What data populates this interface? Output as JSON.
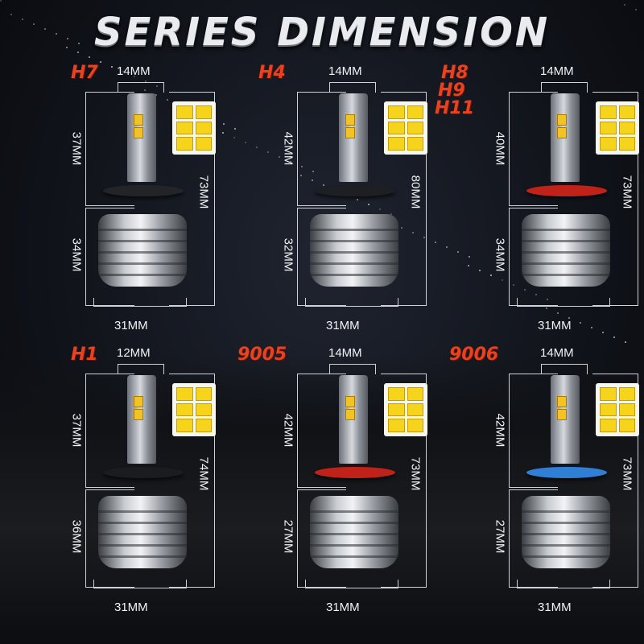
{
  "title": "SERIES DIMENSION",
  "bulbs": [
    {
      "model": [
        "H7"
      ],
      "top_width": "14MM",
      "top_height": "37MM",
      "base_height": "34MM",
      "total_height": "73MM",
      "base_width": "31MM",
      "flange_color": "#222428"
    },
    {
      "model": [
        "H4"
      ],
      "top_width": "14MM",
      "top_height": "42MM",
      "base_height": "32MM",
      "total_height": "80MM",
      "base_width": "31MM",
      "flange_color": "#1e1f22"
    },
    {
      "model": [
        "H8",
        "H9",
        "H11"
      ],
      "top_width": "14MM",
      "top_height": "40MM",
      "base_height": "34MM",
      "total_height": "73MM",
      "base_width": "31MM",
      "flange_color": "#c0221a"
    },
    {
      "model": [
        "H1"
      ],
      "top_width": "12MM",
      "top_height": "37MM",
      "base_height": "36MM",
      "total_height": "74MM",
      "base_width": "31MM",
      "flange_color": "#1b1c1f"
    },
    {
      "model": [
        "9005"
      ],
      "top_width": "14MM",
      "top_height": "42MM",
      "base_height": "27MM",
      "total_height": "73MM",
      "base_width": "31MM",
      "flange_color": "#c0221a"
    },
    {
      "model": [
        "9006"
      ],
      "top_width": "14MM",
      "top_height": "42MM",
      "base_height": "27MM",
      "total_height": "73MM",
      "base_width": "31MM",
      "flange_color": "#2f7fd6"
    }
  ]
}
